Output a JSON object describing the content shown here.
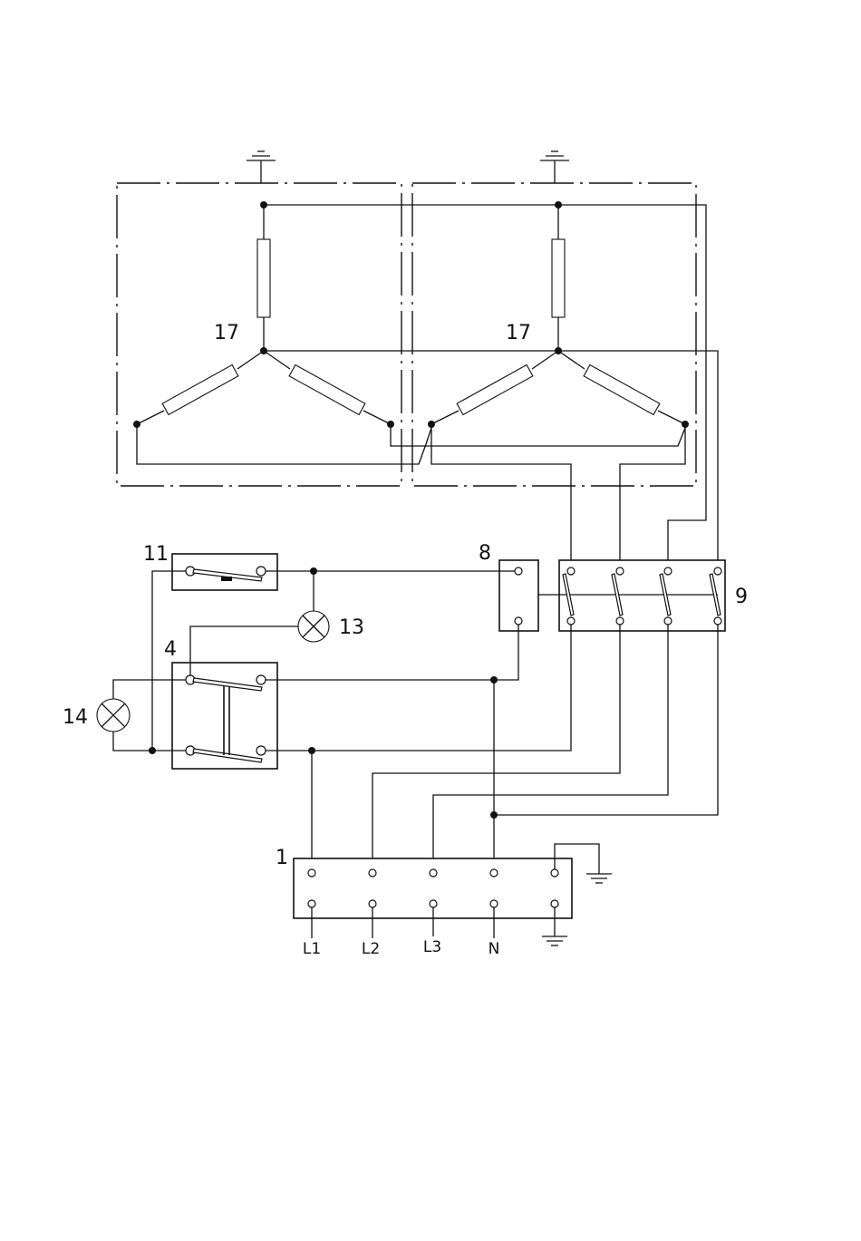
{
  "labels": {
    "heater_left": "17",
    "heater_right": "17",
    "thermostat": "11",
    "lamp_13": "13",
    "switch_4": "4",
    "lamp_14": "14",
    "limiter_8": "8",
    "contactor_9": "9",
    "terminal_block": "1"
  },
  "terminals": [
    "L1",
    "L2",
    "L3",
    "N"
  ]
}
